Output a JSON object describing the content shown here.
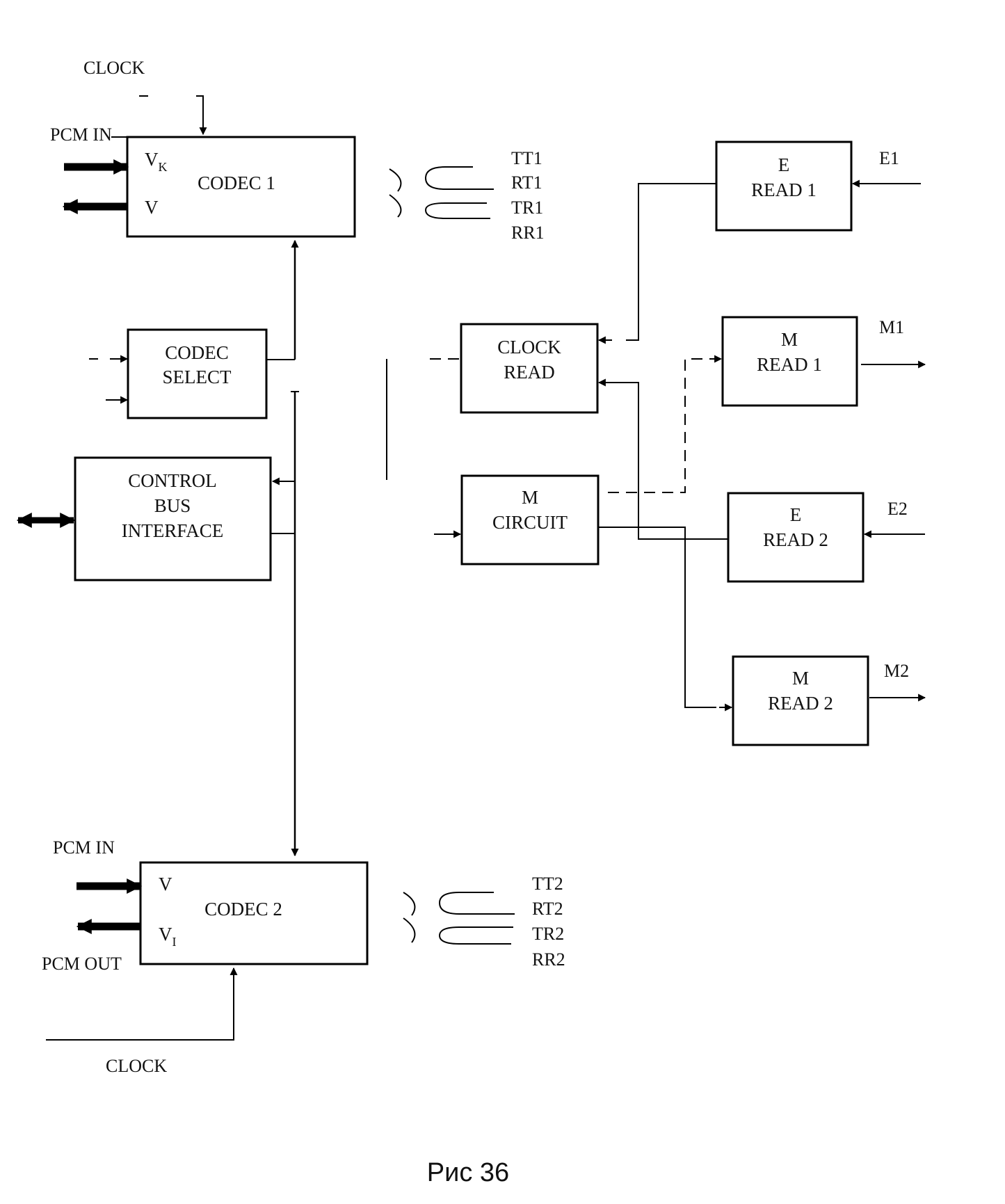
{
  "codec1": {
    "label": "CODEC 1",
    "port_in": "V",
    "port_in_sub": "K",
    "port_out": "V"
  },
  "codec2": {
    "label": "CODEC 2",
    "port_in": "V",
    "port_out": "V",
    "port_out_sub": "I"
  },
  "clock_top": "CLOCK",
  "clock_bottom": "CLOCK",
  "pcm_in_1": "PCM IN",
  "pcm_in_2": "PCM IN",
  "pcm_out_2": "PCM OUT",
  "lines1": [
    "TT1",
    "RT1",
    "TR1",
    "RR1"
  ],
  "lines2": [
    "TT2",
    "RT2",
    "TR2",
    "RR2"
  ],
  "codec_select": [
    "CODEC",
    "SELECT"
  ],
  "control_bus": [
    "CONTROL",
    "BUS",
    "INTERFACE"
  ],
  "clock_read": [
    "CLOCK",
    "READ"
  ],
  "m_circuit": [
    "M",
    "CIRCUIT"
  ],
  "e_read1": [
    "E",
    "READ 1"
  ],
  "m_read1": [
    "M",
    "READ 1"
  ],
  "e_read2": [
    "E",
    "READ 2"
  ],
  "m_read2": [
    "M",
    "READ 2"
  ],
  "signals": {
    "e1": "E1",
    "m1": "M1",
    "e2": "E2",
    "m2": "M2"
  },
  "caption": "Рис 36"
}
